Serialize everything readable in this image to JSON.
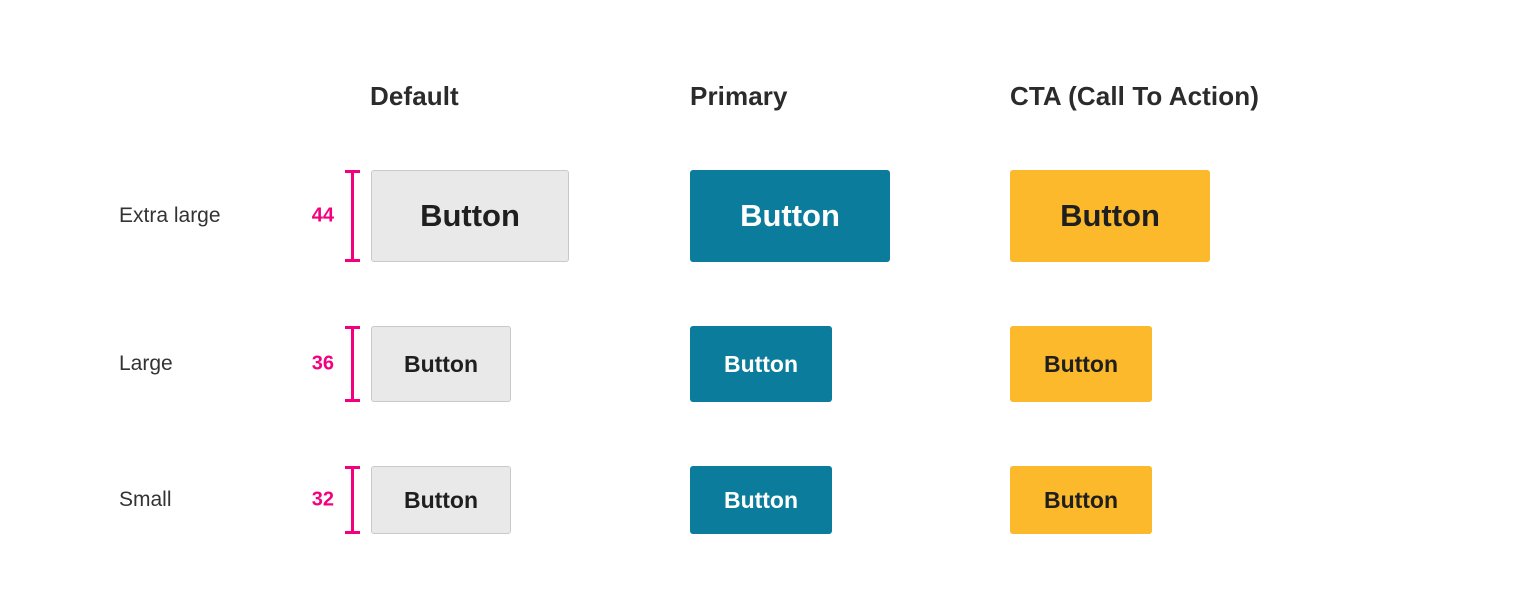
{
  "background": "#ffffff",
  "colors": {
    "measure_pink": "#f4007f",
    "default_bg": "#e9e9e9",
    "default_border": "#c9c9c9",
    "default_text": "#1f1f1f",
    "primary_bg": "#0b7c9b",
    "primary_text": "#ffffff",
    "cta_bg": "#fbb92b",
    "cta_text": "#1f1f1f",
    "header_text": "#2b2b2b",
    "row_label_text": "#333333"
  },
  "headers": [
    {
      "label": "Default"
    },
    {
      "label": "Primary"
    },
    {
      "label": "CTA (Call To Action)"
    }
  ],
  "rows": [
    {
      "label": "Extra large",
      "measure": "44",
      "buttons": [
        {
          "label": "Button"
        },
        {
          "label": "Button"
        },
        {
          "label": "Button"
        }
      ]
    },
    {
      "label": "Large",
      "measure": "36",
      "buttons": [
        {
          "label": "Button"
        },
        {
          "label": "Button"
        },
        {
          "label": "Button"
        }
      ]
    },
    {
      "label": "Small",
      "measure": "32",
      "buttons": [
        {
          "label": "Button"
        },
        {
          "label": "Button"
        },
        {
          "label": "Button"
        }
      ]
    }
  ]
}
